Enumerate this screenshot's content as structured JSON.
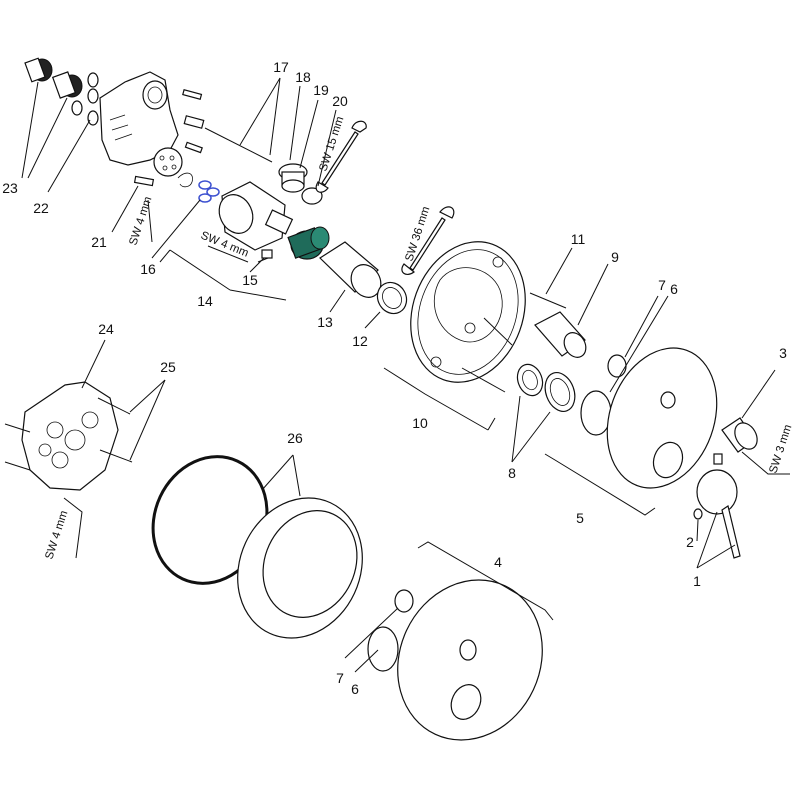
{
  "diagram": {
    "part_labels": {
      "p1": "1",
      "p2": "2",
      "p3": "3",
      "p4": "4",
      "p5": "5",
      "p6a": "6",
      "p6b": "6",
      "p7a": "7",
      "p7b": "7",
      "p8": "8",
      "p9": "9",
      "p10": "10",
      "p11": "11",
      "p12": "12",
      "p13": "13",
      "p14": "14",
      "p15": "15",
      "p16": "16",
      "p17": "17",
      "p18": "18",
      "p19": "19",
      "p20": "20",
      "p21": "21",
      "p22": "22",
      "p23": "23",
      "p24": "24",
      "p25": "25",
      "p26": "26"
    },
    "tool_labels": {
      "sw15": "SW 15 mm",
      "sw36": "SW 36 mm",
      "sw3": "SW 3 mm",
      "sw4a": "SW 4 mm",
      "sw4b": "SW 4 mm",
      "sw4c": "SW 4 mm"
    },
    "colors": {
      "line": "#111111",
      "highlight_green": "#1f6b5a",
      "highlight_blue": "#3b4fd0"
    }
  }
}
